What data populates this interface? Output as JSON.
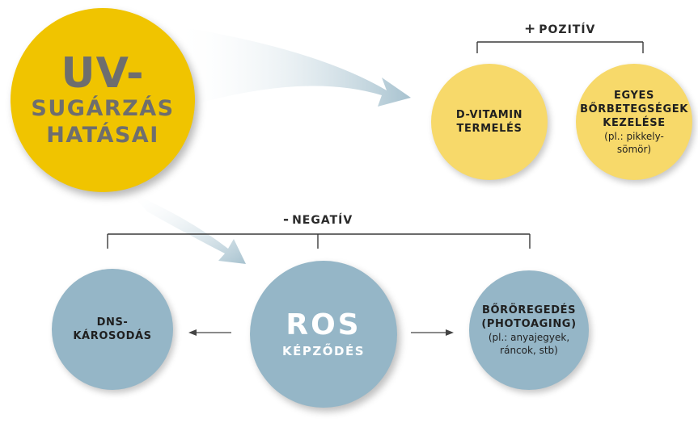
{
  "main": {
    "title_line1": "UV-",
    "title_line2": "SUGÁRZÁS",
    "title_line3": "HATÁSAI"
  },
  "positive": {
    "sign": "+",
    "label": "POZITÍV",
    "items": [
      {
        "lines": [
          "D-VITAMIN",
          "TERMELÉS"
        ]
      },
      {
        "lines": [
          "EGYES",
          "BŐRBETEGSÉGEK",
          "KEZELÉSE"
        ],
        "note": [
          "(pl.: pikkely-",
          "sömör)"
        ]
      }
    ]
  },
  "negative": {
    "sign": "-",
    "label": "NEGATÍV",
    "ros": {
      "title": "ROS",
      "subtitle": "KÉPZŐDÉS"
    },
    "dna": {
      "lines": [
        "DNS-",
        "KÁROSODÁS"
      ]
    },
    "aging": {
      "lines": [
        "BŐRÖREGEDÉS",
        "(PHOTOAGING)"
      ],
      "note": [
        "(pl.: anyajegyek,",
        "ráncok, stb)"
      ]
    }
  },
  "colors": {
    "main_yellow": "#f0c400",
    "light_yellow": "#f7d96a",
    "blue": "#95b6c7",
    "arrow_gradient_end": "#a7c2cf"
  }
}
